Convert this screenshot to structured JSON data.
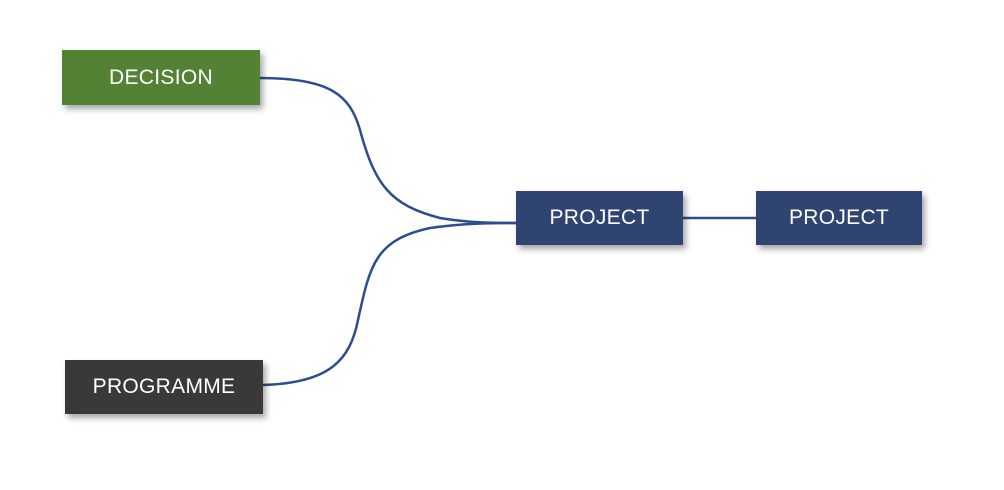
{
  "diagram": {
    "nodes": {
      "decision": {
        "label": "DECISION",
        "color": "#548235"
      },
      "programme": {
        "label": "PROGRAMME",
        "color": "#3a3838"
      },
      "project_main": {
        "label": "PROJECT",
        "color": "#2f4470"
      },
      "project_child": {
        "label": "PROJECT",
        "color": "#2f4470"
      }
    },
    "edges": [
      {
        "from": "decision",
        "to": "project_main"
      },
      {
        "from": "programme",
        "to": "project_main"
      },
      {
        "from": "project_main",
        "to": "project_child"
      }
    ],
    "connector_color": "#2e4d8c"
  }
}
